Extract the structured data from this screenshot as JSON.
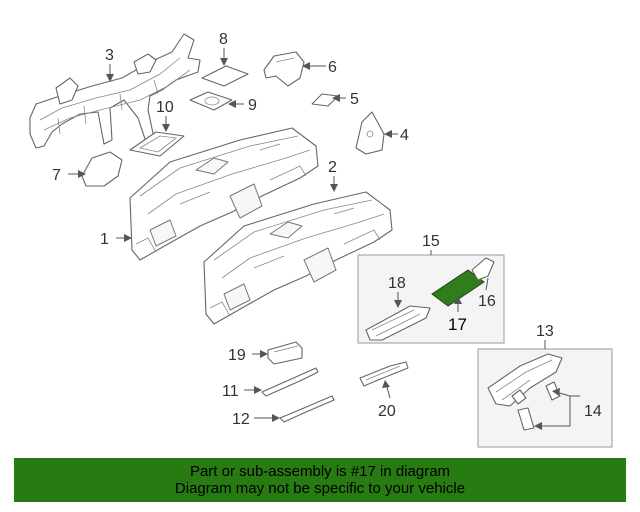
{
  "diagram": {
    "callouts": {
      "c1": "1",
      "c2": "2",
      "c3": "3",
      "c4": "4",
      "c5": "5",
      "c6": "6",
      "c7": "7",
      "c8": "8",
      "c9": "9",
      "c10": "10",
      "c11": "11",
      "c12": "12",
      "c13": "13",
      "c14": "14",
      "c15": "15",
      "c16": "16",
      "c17": "17",
      "c18": "18",
      "c19": "19",
      "c20": "20"
    },
    "highlighted_part": "17",
    "highlight_color": "#2f7d1d"
  },
  "banner": {
    "line1": "Part or sub-assembly is #17 in diagram",
    "line2": "Diagram may not be specific to your vehicle",
    "background": "#287a12"
  }
}
